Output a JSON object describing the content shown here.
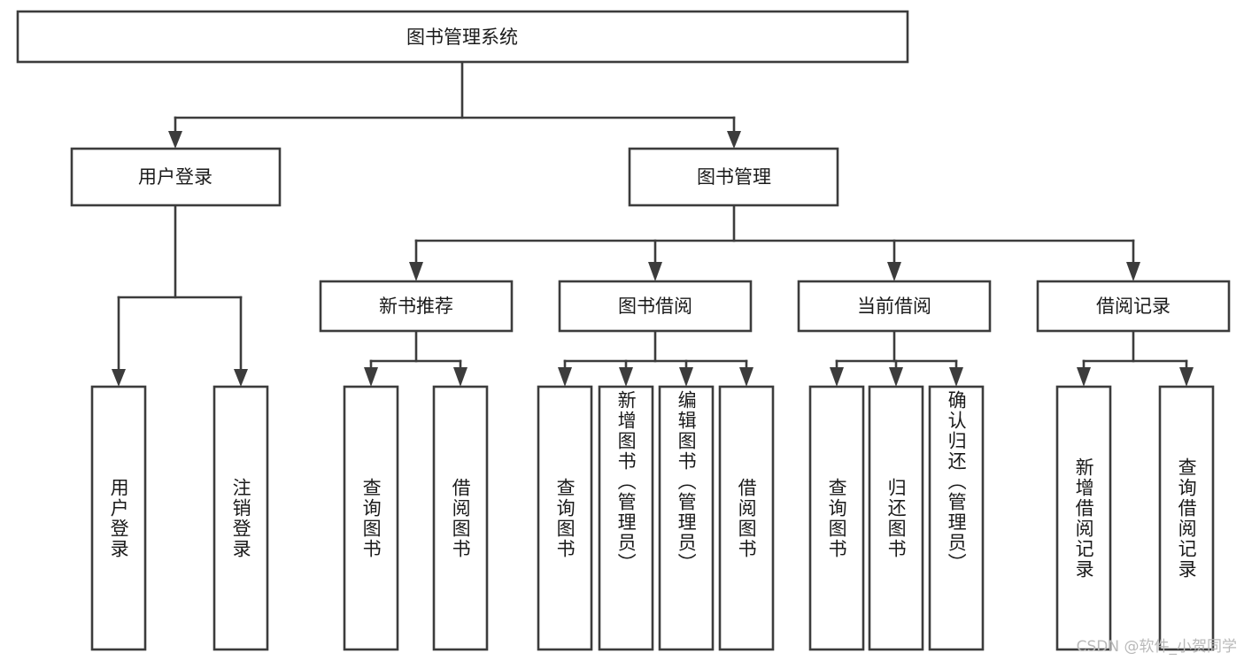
{
  "diagram": {
    "title": "图书管理系统",
    "watermark": "CSDN @软件_小贺同学",
    "colors": {
      "stroke": "#3c3c3c",
      "fill": "#ffffff",
      "text": "#1a1a1a",
      "watermark": "#b9b9b9",
      "background": "#ffffff"
    },
    "type": "tree",
    "root": {
      "id": "root",
      "label": "图书管理系统",
      "orientation": "horizontal"
    },
    "level2": [
      {
        "id": "user-login",
        "label": "用户登录",
        "orientation": "horizontal"
      },
      {
        "id": "book-manage",
        "label": "图书管理",
        "orientation": "horizontal"
      }
    ],
    "level3": [
      {
        "id": "new-book-recommend",
        "label": "新书推荐",
        "orientation": "horizontal",
        "parent": "book-manage"
      },
      {
        "id": "book-borrow",
        "label": "图书借阅",
        "orientation": "horizontal",
        "parent": "book-manage"
      },
      {
        "id": "current-borrow",
        "label": "当前借阅",
        "orientation": "horizontal",
        "parent": "book-manage"
      },
      {
        "id": "borrow-record",
        "label": "借阅记录",
        "orientation": "horizontal",
        "parent": "book-manage"
      }
    ],
    "leaves": [
      {
        "id": "leaf-user-login",
        "label": "用户登录",
        "parent": "user-login",
        "orientation": "vertical"
      },
      {
        "id": "leaf-logout",
        "label": "注销登录",
        "parent": "user-login",
        "orientation": "vertical"
      },
      {
        "id": "leaf-query-book-1",
        "label": "查询图书",
        "parent": "new-book-recommend",
        "orientation": "vertical"
      },
      {
        "id": "leaf-borrow-book-1",
        "label": "借阅图书",
        "parent": "new-book-recommend",
        "orientation": "vertical"
      },
      {
        "id": "leaf-query-book-2",
        "label": "查询图书",
        "parent": "book-borrow",
        "orientation": "vertical"
      },
      {
        "id": "leaf-add-book",
        "label": "新增图书（管理员）",
        "parent": "book-borrow",
        "orientation": "vertical"
      },
      {
        "id": "leaf-edit-book",
        "label": "编辑图书（管理员）",
        "parent": "book-borrow",
        "orientation": "vertical"
      },
      {
        "id": "leaf-borrow-book-2",
        "label": "借阅图书",
        "parent": "book-borrow",
        "orientation": "vertical"
      },
      {
        "id": "leaf-query-book-3",
        "label": "查询图书",
        "parent": "current-borrow",
        "orientation": "vertical"
      },
      {
        "id": "leaf-return-book",
        "label": "归还图书",
        "parent": "current-borrow",
        "orientation": "vertical"
      },
      {
        "id": "leaf-confirm-return",
        "label": "确认归还（管理员）",
        "parent": "current-borrow",
        "orientation": "vertical"
      },
      {
        "id": "leaf-add-record",
        "label": "新增借阅记录",
        "parent": "borrow-record",
        "orientation": "vertical"
      },
      {
        "id": "leaf-query-record",
        "label": "查询借阅记录",
        "parent": "borrow-record",
        "orientation": "vertical"
      }
    ]
  }
}
